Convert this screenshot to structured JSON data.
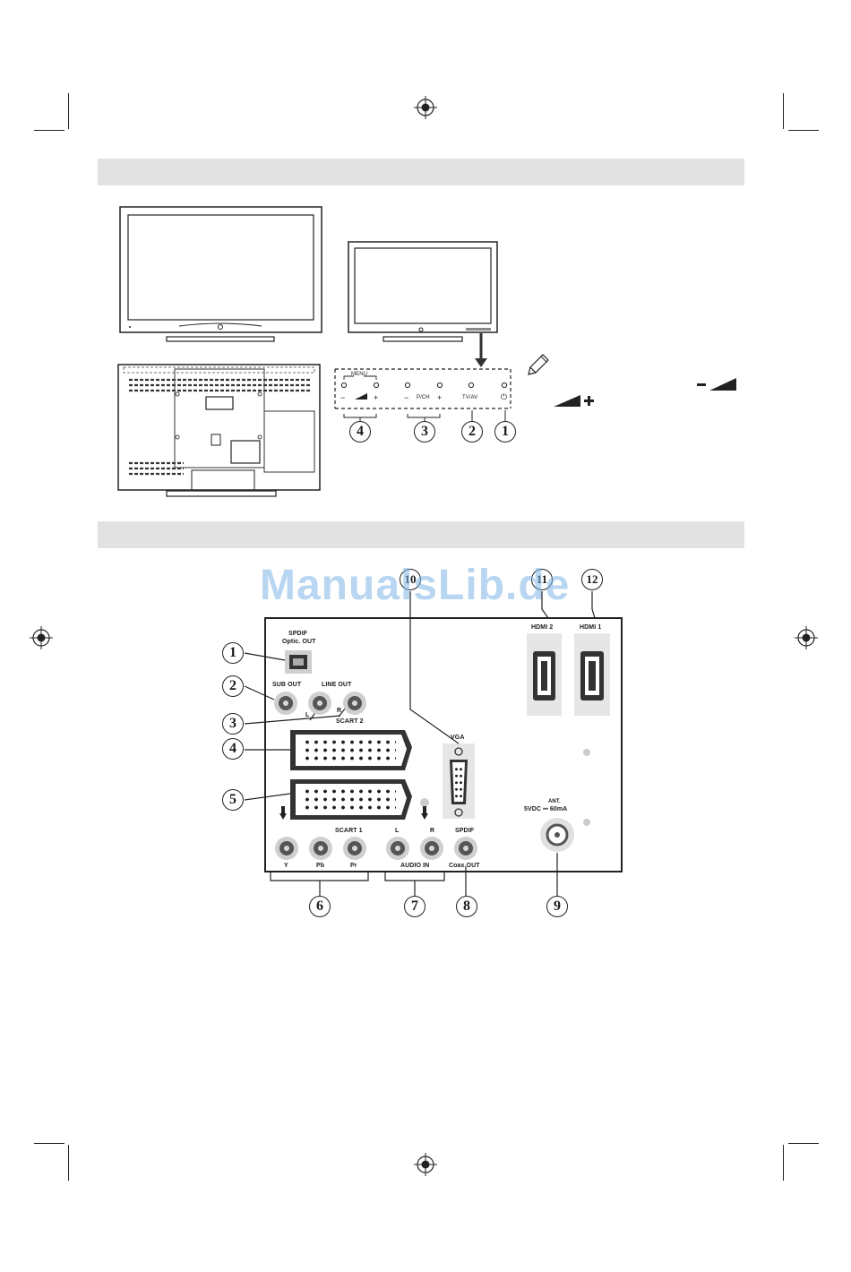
{
  "watermark": "ManualsLib.de",
  "front_panel": {
    "menu": "MENU",
    "minus": "−",
    "plus": "+",
    "pch": "P/CH",
    "tvav": "TV/AV",
    "power": "⏻",
    "callouts": [
      "4",
      "3",
      "2",
      "1"
    ]
  },
  "connections": {
    "spdif_optic": [
      "SPDIF",
      "Optic. OUT"
    ],
    "sub_out": "SUB OUT",
    "line_out": "LINE OUT",
    "line_l": "L",
    "line_r": "R",
    "scart2": "SCART 2",
    "scart1": "SCART 1",
    "vga": "VGA",
    "hdmi2": "HDMI 2",
    "hdmi1": "HDMI 1",
    "ant_label": "ANT.",
    "power_spec": "5VDC ⎓ 60mA",
    "y": "Y",
    "pb": "Pb",
    "pr": "Pr",
    "audio_l": "L",
    "audio_r": "R",
    "audio_in": "AUDIO IN",
    "spdif_coax": [
      "SPDIF",
      "Coax.OUT"
    ],
    "callouts": [
      "1",
      "2",
      "3",
      "4",
      "5",
      "6",
      "7",
      "8",
      "9",
      "10",
      "11",
      "12"
    ]
  },
  "colors": {
    "header_bar": "#e2e2e2",
    "line": "#222222",
    "watermark": "#7fb6e6"
  }
}
